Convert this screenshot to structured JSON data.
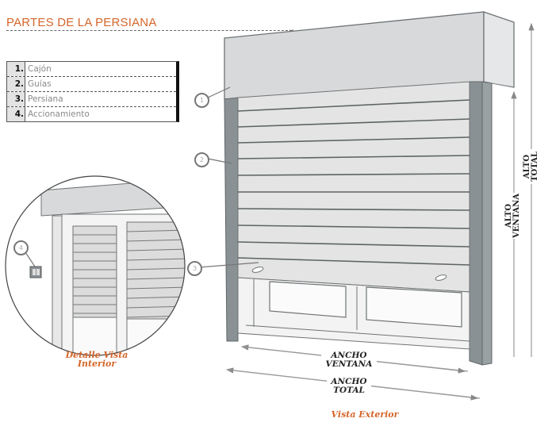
{
  "title": "PARTES DE LA PERSIANA",
  "legend": [
    {
      "num": "1.",
      "label": "Cajón"
    },
    {
      "num": "2.",
      "label": "Guías"
    },
    {
      "num": "3.",
      "label": "Persiana"
    },
    {
      "num": "4.",
      "label": "Accionamiento"
    }
  ],
  "callouts": [
    "1",
    "2",
    "3",
    "4"
  ],
  "dimensions": {
    "alto_total": [
      "ALTO",
      "TOTAL"
    ],
    "alto_ventana": [
      "ALTO",
      "VENTANA"
    ],
    "ancho_ventana": [
      "ANCHO",
      "VENTANA"
    ],
    "ancho_total": [
      "ANCHO",
      "TOTAL"
    ]
  },
  "captions": {
    "interior": [
      "Detalle Vista",
      "Interior"
    ],
    "exterior": "Vista Exterior"
  },
  "colors": {
    "accent": "#d4662a",
    "guide": "#8a9194",
    "box": "#d8d9db",
    "slat": "#e4e4e4"
  }
}
